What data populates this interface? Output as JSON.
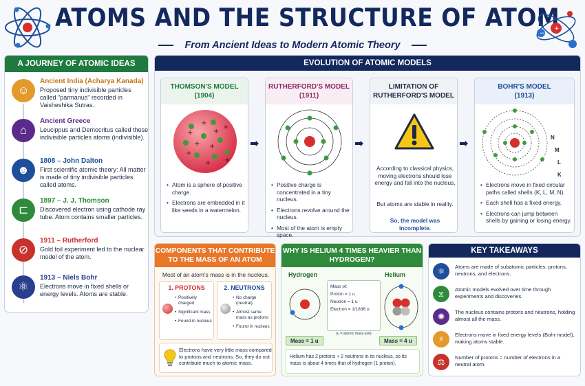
{
  "header": {
    "title": "ATOMS AND THE STRUCTURE OF ATOM",
    "subtitle": "From Ancient Ideas to Modern Atomic Theory"
  },
  "journey": {
    "title": "A JOURNEY OF ATOMIC IDEAS",
    "items": [
      {
        "title": "Ancient India (Acharya Kanada)",
        "text": "Proposed tiny indivisible particles called \"parmanus\" recorded in Vaisheshika Sutras.",
        "color": "#e39a2b",
        "icon": "sage-icon"
      },
      {
        "title": "Ancient Greece",
        "text": "Leucippus and Democritus called these indivisible particles atoms (indivisible).",
        "color": "#5b2b8c",
        "icon": "temple-icon"
      },
      {
        "title": "1808 – John Dalton",
        "text": "First scientific atomic theory: All matter is made of tiny indivisible particles called atoms.",
        "color": "#1d4f9a",
        "icon": "dalton-icon"
      },
      {
        "title": "1897 – J. J. Thomson",
        "text": "Discovered electron using cathode ray tube. Atom contains smaller particles.",
        "color": "#2f8a3c",
        "icon": "cathode-tube-icon"
      },
      {
        "title": "1911 – Rutherford",
        "text": "Gold foil experiment led to the nuclear model of the atom.",
        "color": "#c8322c",
        "icon": "gold-foil-icon"
      },
      {
        "title": "1913 – Niels Bohr",
        "text": "Electrons move in fixed shells or energy levels. Atoms are stable.",
        "color": "#2a3f8c",
        "icon": "bohr-atom-icon"
      }
    ]
  },
  "evolution": {
    "title": "EVOLUTION OF ATOMIC MODELS",
    "thomson": {
      "title": "THOMSON'S MODEL",
      "year": "(1904)",
      "points": [
        "Atom is a sphere of positive charge.",
        "Electrons are embedded in it like seeds in a watermelon."
      ]
    },
    "rutherford": {
      "title": "RUTHERFORD'S MODEL",
      "year": "(1911)",
      "points": [
        "Positive charge is concentrated in a tiny nucleus.",
        "Electrons revolve around the nucleus.",
        "Most of the atom is empty space."
      ]
    },
    "limitation": {
      "title": "LIMITATION OF",
      "title2": "RUTHERFORD'S MODEL",
      "p1": "According to classical physics, moving electrons should lose energy and fall into the nucleus.",
      "p2": "But atoms are stable in reality.",
      "p3": "So, the model was incomplete."
    },
    "bohr": {
      "title": "BOHR'S MODEL",
      "year": "(1913)",
      "shells": [
        "N",
        "M",
        "L",
        "K"
      ],
      "points": [
        "Electrons move in fixed circular paths called shells (K, L, M, N).",
        "Each shell has a fixed energy.",
        "Electrons can jump between shells by gaining or losing energy."
      ]
    }
  },
  "components": {
    "title": "COMPONENTS THAT CONTRIBUTE TO THE MASS OF AN ATOM",
    "intro": "Most of an atom's mass is in the nucleus.",
    "protons": {
      "title": "1. PROTONS",
      "points": [
        "Positively charged",
        "Significant mass",
        "Found in nucleus"
      ]
    },
    "neutrons": {
      "title": "2. NEUTRONS",
      "points": [
        "No charge (neutral)",
        "Almost same mass as protons",
        "Found in nucleus"
      ]
    },
    "note": "Electrons have very little mass compared to protons and neutrons. So, they do not contribute much to atomic mass."
  },
  "helium": {
    "title": "WHY IS HELIUM 4 TIMES HEAVIER THAN HYDROGEN?",
    "hydrogen_label": "Hydrogen",
    "helium_label": "Helium",
    "mass_of": "Mass of:",
    "proton": "Proton = 1 u",
    "neutron": "Neutron = 1 u",
    "electron": "Electron = 1/1836 u",
    "unit_note": "(u = atomic mass unit)",
    "h_mass": "Mass = 1 u",
    "he_mass": "Mass = 4 u",
    "note": "Helium has 2 protons + 2 neutrons in its nucleus, so its mass is about 4 times that of hydrogen (1 proton)."
  },
  "takeaways": {
    "title": "KEY TAKEAWAYS",
    "items": [
      {
        "text": "Atoms are made of subatomic particles: protons, neutrons, and electrons.",
        "color": "#1d4f9a",
        "icon": "atom-icon"
      },
      {
        "text": "Atomic models evolved over time through experiments and discoveries.",
        "color": "#2f8a3c",
        "icon": "dna-icon"
      },
      {
        "text": "The nucleus contains protons and neutrons, holding almost all the mass.",
        "color": "#5b2b8c",
        "icon": "nucleus-icon"
      },
      {
        "text": "Electrons move in fixed energy levels (Bohr model), making atoms stable.",
        "color": "#e39a2b",
        "icon": "lightning-icon"
      },
      {
        "text": "Number of protons = number of electrons in a neutral atom.",
        "color": "#c8322c",
        "icon": "balance-icon"
      }
    ]
  }
}
